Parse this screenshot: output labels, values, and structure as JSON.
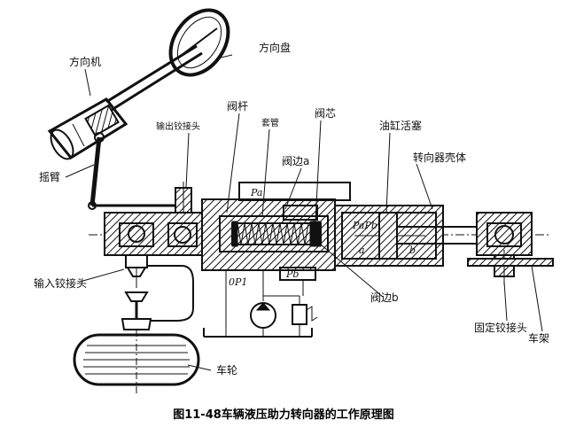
{
  "labels": {
    "steering_wheel": "方向盘",
    "steering_gear": "方向机",
    "output_joint": "输出铰接头",
    "valve_rod": "阀杆",
    "tube": "套管",
    "valve_core": "阀芯",
    "piston": "油缸活塞",
    "valve_edge_a": "阀边a",
    "housing": "转向器壳体",
    "rocker_arm": "摇臂",
    "input_joint": "输入铰接头",
    "valve_edge_b": "阀边b",
    "fixed_joint": "固定铰接头",
    "frame": "车架",
    "wheel": "车轮"
  },
  "symbols": {
    "pa": "Pa",
    "pa_pb": "PaPb",
    "pb": "Pb",
    "p1": "0P1",
    "chamber_a": "a",
    "chamber_b": "b"
  },
  "caption": "图11-48车辆液压助力转向器的工作原理图"
}
